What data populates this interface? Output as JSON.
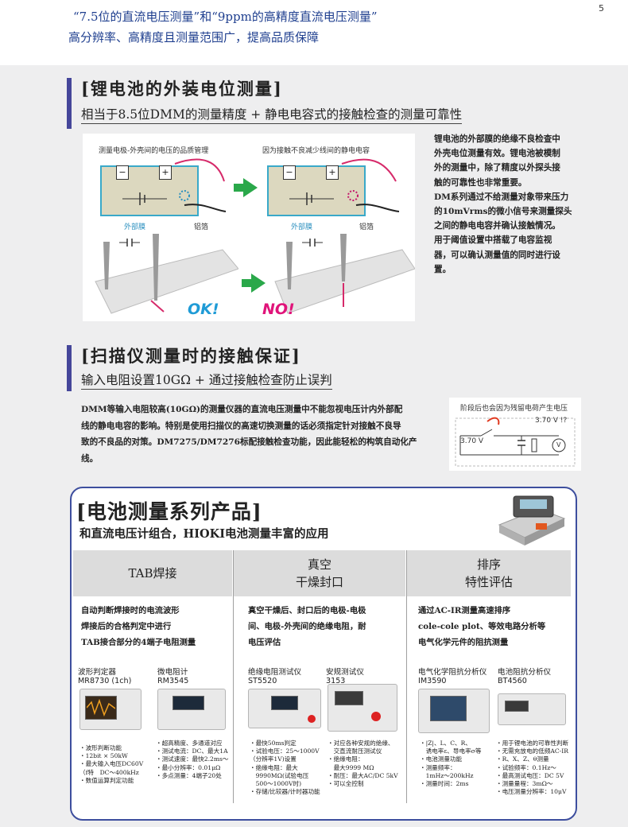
{
  "header": {
    "line1": "“7.5位的直流电压测量”和“9ppm的高精度直流电压测量”",
    "line2": "高分辨率、高精度且测量范围广，提高品质保障",
    "page_number": "5"
  },
  "section1": {
    "title": "[锂电池的外装电位测量]",
    "subtitle": "相当于8.5位DMM的测量精度 + 静电电容式的接触检查的测量可靠性",
    "figure": {
      "caption_left": "测量电极-外壳间的电压的品质管理",
      "caption_right": "因为接触不良减少线间的静电电容",
      "label_film": "外部膜",
      "label_foil": "铝箔",
      "ok": "OK!",
      "ng": "NO!"
    },
    "description": [
      "锂电池的外部膜的绝缘不良检查中",
      "外壳电位测量有效。锂电池被模制",
      "外的测量中，除了精度以外探头接",
      "触的可靠性也非常重要。",
      "DM系列通过不给测量对象带来压力",
      "的10mVrms的微小信号来测量探头",
      "之间的静电电容并确认接触情况。",
      "用于阈值设置中搭载了电容监视",
      "器，可以确认测量值的同时进行设",
      "置。"
    ]
  },
  "section2": {
    "title": "[扫描仪测量时的接触保证]",
    "subtitle": "输入电阻设置10GΩ + 通过接触检查防止误判",
    "description": [
      "DMM等输入电阻较高(10GΩ)的测量仪器的直流电压测量中不能忽视电压计内外部配",
      "线的静电电容的影响。特别是使用扫描仪的高速切换测量的话必须指定针对接触不良导",
      "致的不良品的对策。DM7275/DM7276标配接触检查功能，因此能轻松的构筑自动化产",
      "线。"
    ],
    "figure": {
      "caption": "阶段后也会因为残留电荷产生电压",
      "v_left": "3.70 V",
      "v_right": "3.70 V !?",
      "meter": "V"
    }
  },
  "products": {
    "title": "[电池测量系列产品]",
    "subtitle": "和直流电压计组合，HIOKI电池测量丰富的应用",
    "columns": [
      {
        "heading": [
          "TAB焊接"
        ],
        "description": [
          "自动判断焊接时的电流波形",
          "焊接后的合格判定中进行",
          "TAB接合部分的4端子电阻测量"
        ],
        "products": [
          {
            "name": "波形判定器",
            "model": "MR8730 (1ch)",
            "specs": [
              "・波形判断功能",
              "・12bit × 50kW",
              "・最大输入电压DC60V",
              "（f特　DC～400kHz",
              "・数值运算判定功能"
            ]
          },
          {
            "name": "微电阻计",
            "model": "RM3545",
            "specs": [
              "・超高精度、多通道对应",
              "・测试电流：DC、最大1A",
              "・测试速度：最快2.2ms～",
              "・最小分辨率：0.01μΩ",
              "・多点测量：4端子20处"
            ]
          }
        ]
      },
      {
        "heading": [
          "真空",
          "干燥封口"
        ],
        "description": [
          "真空干燥后、封口后的电极-电极",
          "间、电极-外壳间的绝缘电阻，耐",
          "电压评估"
        ],
        "products": [
          {
            "name": "绝缘电阻测试仪",
            "model": "ST5520",
            "specs": [
              "・最快50ms判定",
              "・试验电压：25～1000V",
              "（分辨率1V)设置",
              "・绝缘电阻：最大",
              "　9990MΩ(试验电压",
              "　500～1000V时)",
              "・存储/比较器/计时器功能"
            ]
          },
          {
            "name": "安规测试仪",
            "model": "3153",
            "specs": [
              "・对应各种安规的绝缘、",
              "　交直流耐压测试仪",
              "・绝缘电阻：",
              "　最大9999 MΩ",
              "・耐压：最大AC/DC 5kV",
              "・可以全控制"
            ]
          }
        ]
      },
      {
        "heading": [
          "排序",
          "特性评估"
        ],
        "description": [
          "通过AC-IR测量高速排序",
          "cole-cole plot、等效电路分析等",
          "电气化学元件的阻抗测量"
        ],
        "products": [
          {
            "name": "电气化学阻抗分析仪",
            "model": "IM3590",
            "specs": [
              "・|Z|、L、C、R、",
              "　诱电率ε、导电率σ等",
              "・电池测量功能",
              "・测量频率：",
              "　1mHz～200kHz",
              "・测量时间：2ms"
            ]
          },
          {
            "name": "电池阻抗分析仪",
            "model": "BT4560",
            "specs": [
              "・用于锂电池的可靠性判断",
              "・无需充放电的低频AC-IR",
              "・R、X、Z、θ测量",
              "・试验频率：0.1Hz～",
              "・最高测试电压：DC 5V",
              "・测量量程：3mΩ～",
              "・电压测量分辨率：10μV"
            ]
          }
        ]
      }
    ]
  },
  "colors": {
    "accent": "#45469a",
    "title_blue": "#1f3f8f",
    "ok": "#1f9bd6",
    "ng": "#e0147a",
    "green": "#2aa84a",
    "cell_border": "#39a9c9"
  }
}
